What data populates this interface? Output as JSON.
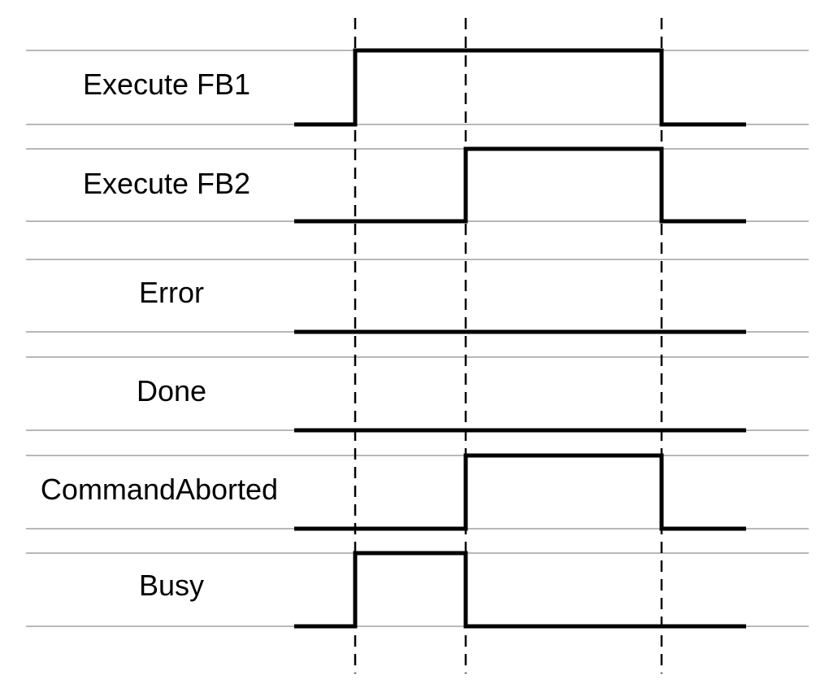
{
  "diagram": {
    "colors": {
      "background": "#ffffff",
      "signal": "#000000",
      "rail": "#a0a0a0",
      "marker": "#000000"
    },
    "marker_count": 3,
    "signals": [
      {
        "label": "Execute FB1",
        "levels": [
          0,
          1,
          1,
          0
        ]
      },
      {
        "label": "Execute FB2",
        "levels": [
          0,
          0,
          1,
          0
        ]
      },
      {
        "label": "Error",
        "levels": [
          0,
          0,
          0,
          0
        ]
      },
      {
        "label": "Done",
        "levels": [
          0,
          0,
          0,
          0
        ]
      },
      {
        "label": "CommandAborted",
        "levels": [
          0,
          0,
          1,
          0
        ]
      },
      {
        "label": "Busy",
        "levels": [
          0,
          1,
          0,
          0
        ]
      }
    ]
  }
}
